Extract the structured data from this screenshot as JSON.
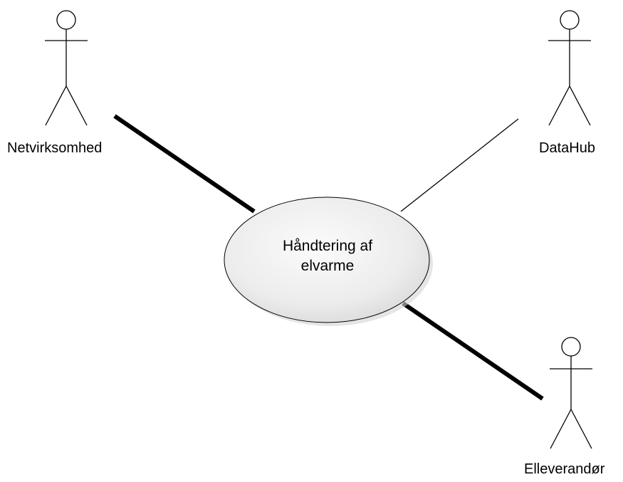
{
  "actors": [
    {
      "id": "netvirksomhed",
      "label": "Netvirksomhed"
    },
    {
      "id": "datahub",
      "label": "DataHub"
    },
    {
      "id": "elleverandor",
      "label": "Elleverandør"
    }
  ],
  "use_case": {
    "line1": "Håndtering af",
    "line2": "elvarme"
  },
  "associations": [
    {
      "from": "Netvirksomhed",
      "to": "Håndtering af elvarme",
      "style": "thick"
    },
    {
      "from": "DataHub",
      "to": "Håndtering af elvarme",
      "style": "thin"
    },
    {
      "from": "Elleverandør",
      "to": "Håndtering af elvarme",
      "style": "thick"
    }
  ],
  "colors": {
    "line": "#000000",
    "ellipse_fill_light": "#f6f6f6",
    "ellipse_fill_dark": "#dcdcdc",
    "shadow": "#cfcfcf"
  }
}
